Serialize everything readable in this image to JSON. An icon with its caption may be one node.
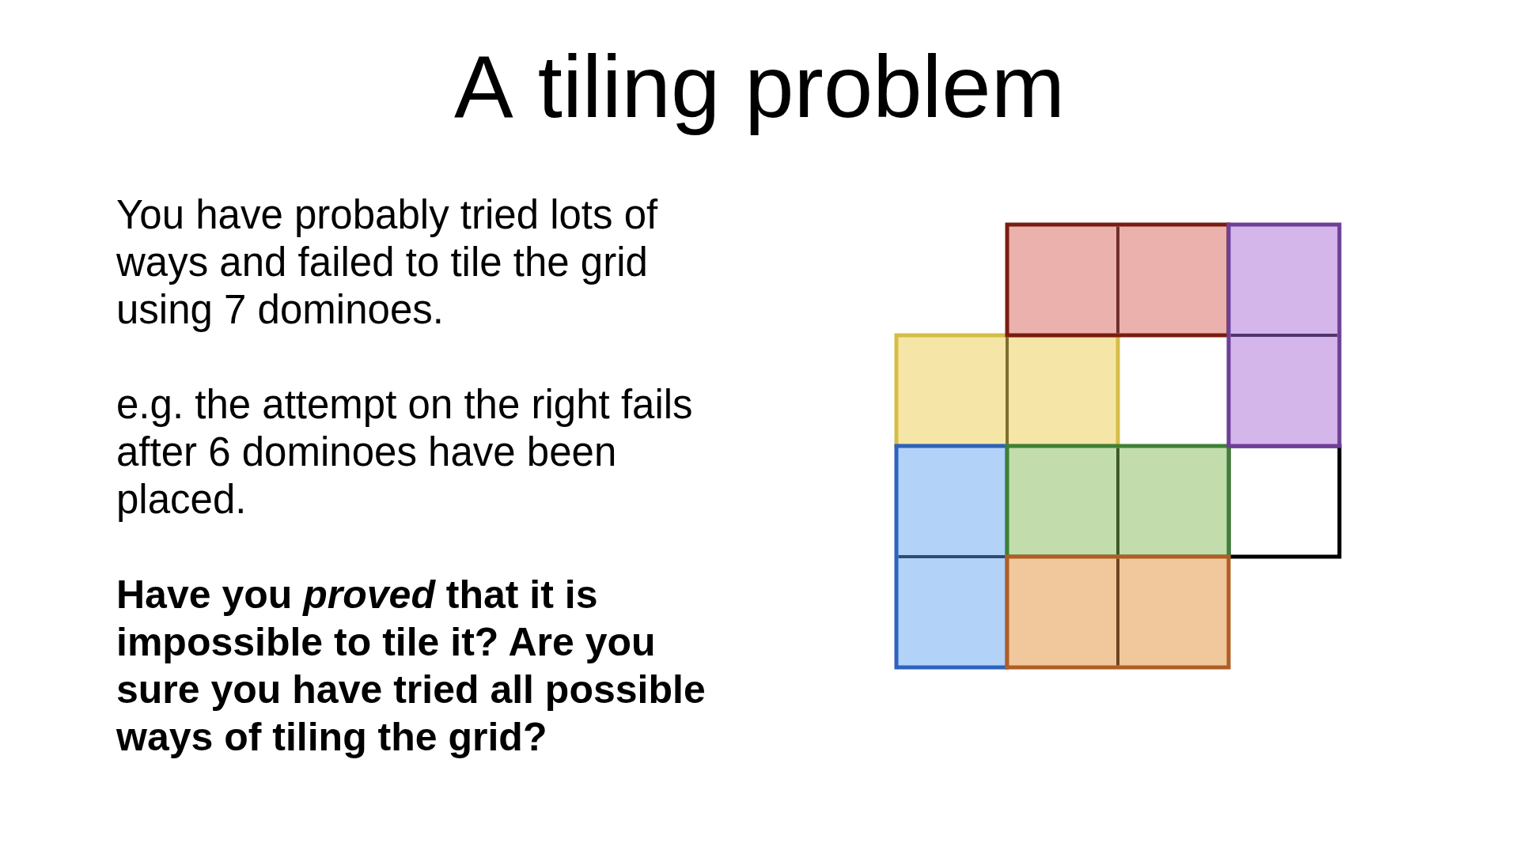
{
  "diagram": {
    "title": "A tiling problem",
    "labels": [
      "You have probably tried lots of ways and failed to tile the grid using 7 dominoes.",
      "e.g. the attempt on the right fails after 6 dominoes have been placed.",
      "Have you *proved* that it is impossible to tile it? Are you sure you have tried all possible ways of tiling the grid?"
    ]
  }
}
